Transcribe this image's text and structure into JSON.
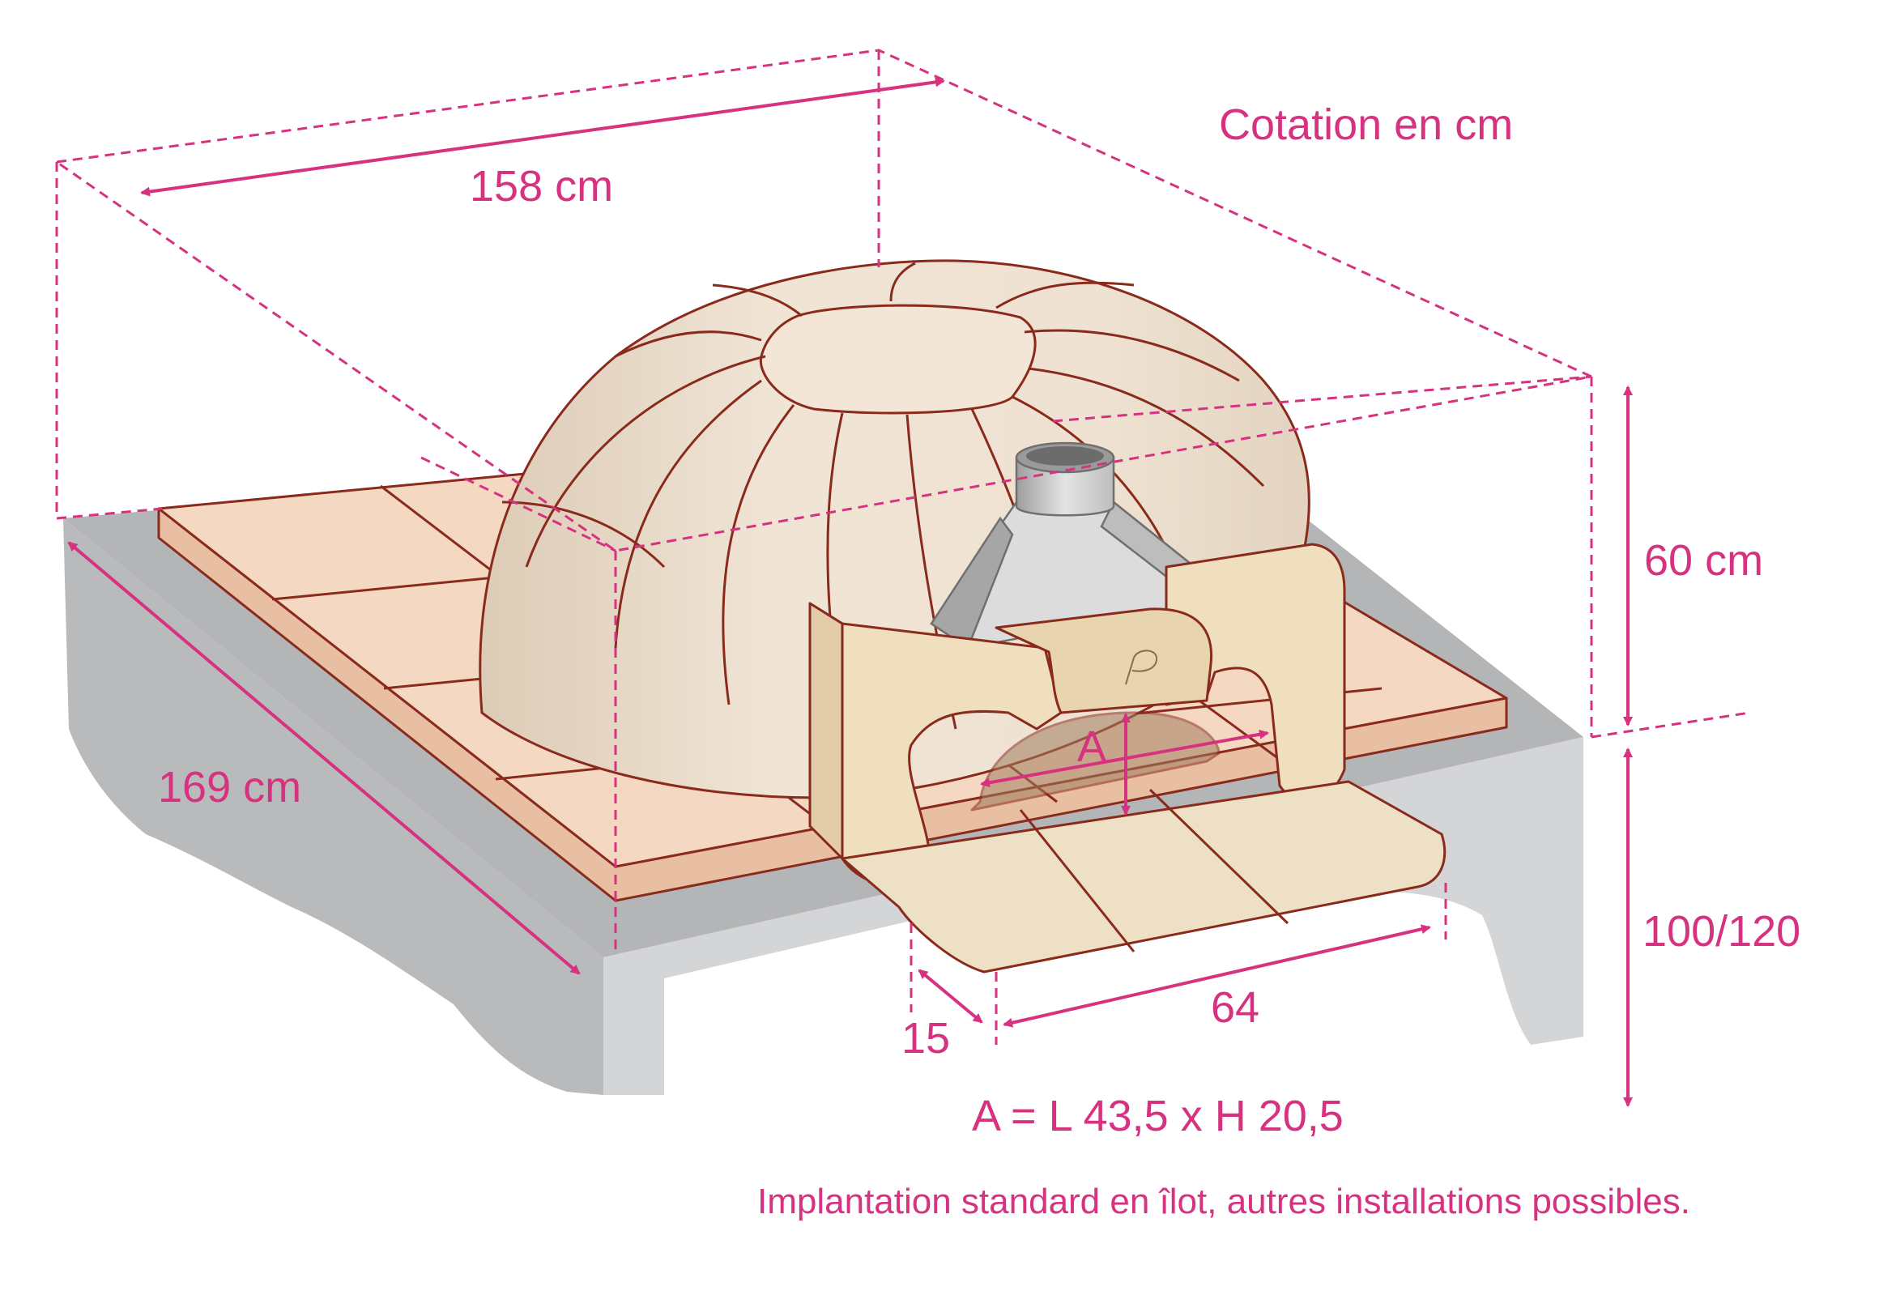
{
  "colors": {
    "dimension": "#d6327f",
    "outline": "#8a2a1c",
    "tile": "#f5d8c2",
    "tile_edge": "#e9bfa3",
    "dome": "#eee1d0",
    "dome_shadow": "#dccbb6",
    "entrance": "#efdfbf",
    "entrance_shadow": "#e2ccaa",
    "chimney": "#c9c9c9",
    "chimney_dark": "#a8a8a8",
    "base": "#b9babc",
    "base_light": "#d9d9d9",
    "base_side": "#a5a6a8"
  },
  "labels": {
    "units_note": "Cotation en cm",
    "depth_length": "158 cm",
    "width_length": "169 cm",
    "dome_height": "60 cm",
    "base_height": "100/120",
    "front_width": "64",
    "front_depth": "15",
    "opening_marker": "A",
    "opening_spec": "A = L 43,5 x H 20,5",
    "footer_note": "Implantation standard en îlot, autres installations possibles."
  },
  "icons": {
    "brand_logo": "p-logo-icon"
  }
}
